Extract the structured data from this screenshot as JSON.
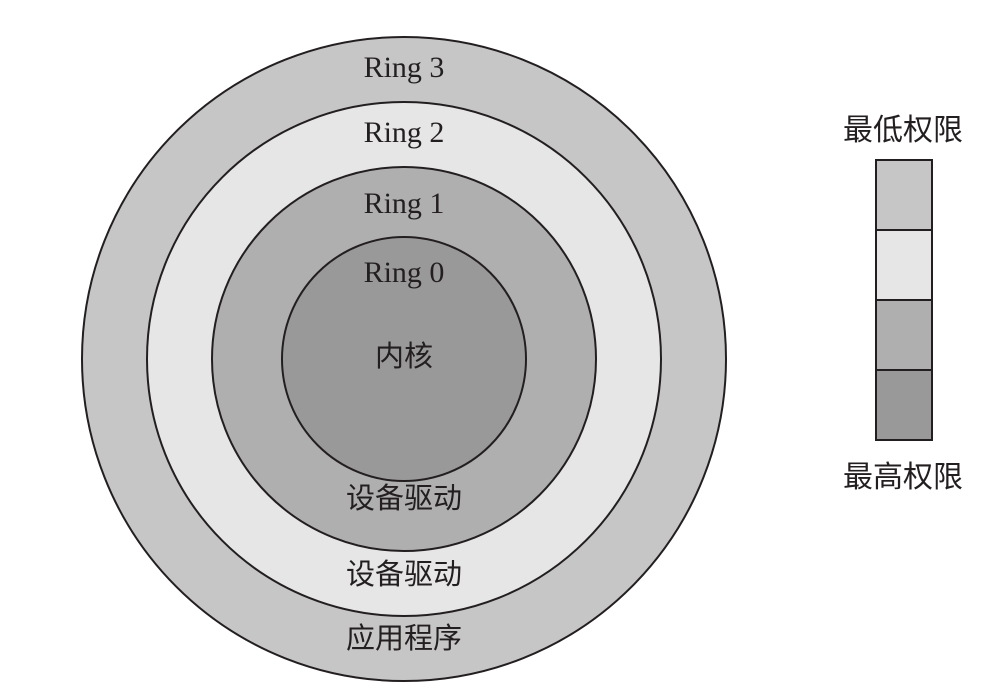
{
  "rings": [
    {
      "label": "Ring 3",
      "role": "应用程序",
      "color": "#c6c6c6"
    },
    {
      "label": "Ring 2",
      "role": "设备驱动",
      "color": "#e6e6e6"
    },
    {
      "label": "Ring 1",
      "role": "设备驱动",
      "color": "#b0afaf"
    },
    {
      "label": "Ring 0",
      "role": "内核",
      "color": "#9a9999"
    }
  ],
  "legend": {
    "top_label": "最低权限",
    "bottom_label": "最高权限",
    "colors": [
      "#c6c6c6",
      "#e6e6e6",
      "#b0afaf",
      "#9a9999"
    ]
  },
  "colors": {
    "stroke": "#231f20",
    "text": "#231f20"
  }
}
